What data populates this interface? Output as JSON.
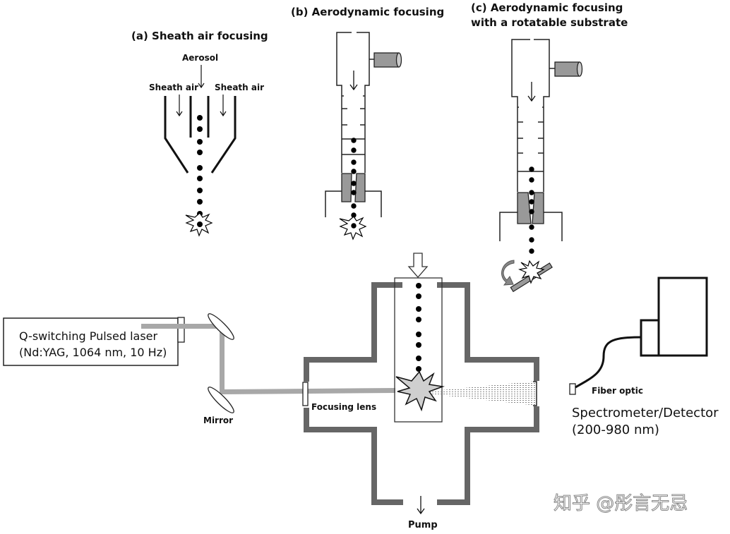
{
  "panels": {
    "a": {
      "title": "(a) Sheath air focusing",
      "aerosol": "Aerosol",
      "sheath_left": "Sheath air",
      "sheath_right": "Sheath air"
    },
    "b": {
      "title": "(b) Aerodynamic focusing"
    },
    "c": {
      "title_line1": "(c) Aerodynamic focusing",
      "title_line2": "with a rotatable substrate"
    }
  },
  "setup": {
    "laser_line1": "Q-switching Pulsed laser",
    "laser_line2": "(Nd:YAG, 1064 nm, 10 Hz)",
    "mirror": "Mirror",
    "focusing_lens": "Focusing lens",
    "fiber_optic": "Fiber optic",
    "spectrometer_line1": "Spectrometer/Detector",
    "spectrometer_line2": "(200-980 nm)",
    "pump": "Pump"
  },
  "watermark": "知乎 @彤言无忌",
  "colors": {
    "wall": "#666666",
    "beam": "#a8a8a8",
    "component": "#9a9a9a",
    "spark": "#cfcfcf"
  }
}
